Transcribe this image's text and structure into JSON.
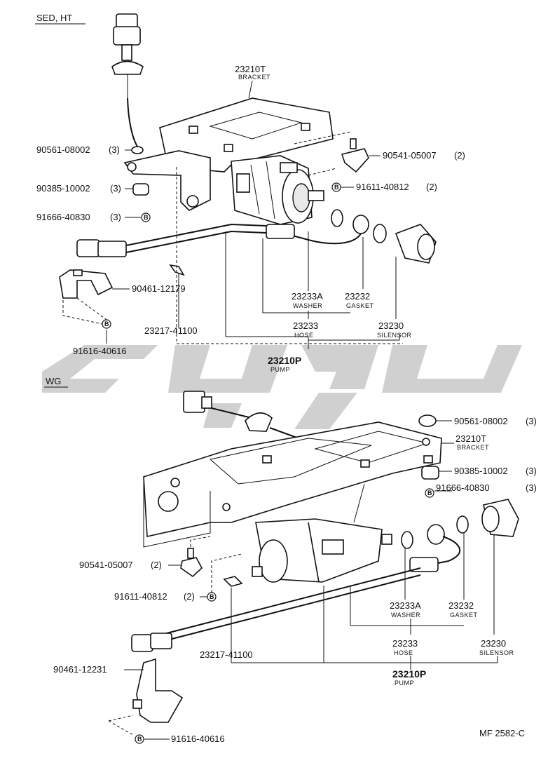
{
  "sections": [
    {
      "header": "SED, HT",
      "labels": [
        {
          "id": "bracket",
          "part": "23210T",
          "desc": "BRACKET"
        },
        {
          "id": "washer-seat",
          "part": "90561-08002",
          "qty": "(3)"
        },
        {
          "id": "cushion",
          "part": "90385-10002",
          "qty": "(3)"
        },
        {
          "id": "bolt-b",
          "part": "91666-40830",
          "qty": "(3)",
          "badge": "B"
        },
        {
          "id": "clip-pin",
          "part": "90541-05007",
          "qty": "(2)"
        },
        {
          "id": "bolt-b2",
          "part": "91611-40812",
          "qty": "(2)",
          "badge": "B"
        },
        {
          "id": "clamp",
          "part": "90461-12179"
        },
        {
          "id": "washer",
          "part": "23233A",
          "desc": "WASHER"
        },
        {
          "id": "gasket",
          "part": "23232",
          "desc": "GASKET"
        },
        {
          "id": "hose",
          "part": "23233",
          "desc": "HOSE"
        },
        {
          "id": "silensor",
          "part": "23230",
          "desc": "SILENSOR"
        },
        {
          "id": "screw",
          "part": "23217-41100"
        },
        {
          "id": "bolt-b3",
          "part": "91616-40616",
          "badge": "B"
        },
        {
          "id": "pump",
          "part": "23210P",
          "desc": "PUMP"
        }
      ]
    },
    {
      "header": "WG",
      "labels": [
        {
          "id": "washer-seat",
          "part": "90561-08002",
          "qty": "(3)"
        },
        {
          "id": "bracket",
          "part": "23210T",
          "desc": "BRACKET"
        },
        {
          "id": "cushion",
          "part": "90385-10002",
          "qty": "(3)"
        },
        {
          "id": "bolt-b",
          "part": "91666-40830",
          "qty": "(3)",
          "badge": "B"
        },
        {
          "id": "clip-pin",
          "part": "90541-05007",
          "qty": "(2)"
        },
        {
          "id": "bolt-b2",
          "part": "91611-40812",
          "qty": "(2)",
          "badge": "B"
        },
        {
          "id": "washer",
          "part": "23233A",
          "desc": "WASHER"
        },
        {
          "id": "gasket",
          "part": "23232",
          "desc": "GASKET"
        },
        {
          "id": "hose",
          "part": "23233",
          "desc": "HOSE"
        },
        {
          "id": "silensor",
          "part": "23230",
          "desc": "SILENSOR"
        },
        {
          "id": "screw",
          "part": "23217-41100"
        },
        {
          "id": "clamp",
          "part": "90461-12231"
        },
        {
          "id": "bolt-b3",
          "part": "91616-40616",
          "badge": "B"
        },
        {
          "id": "pump",
          "part": "23210P",
          "desc": "PUMP"
        }
      ]
    }
  ],
  "footer_code": "MF 2582-C",
  "colors": {
    "ink": "#111111",
    "watermark": "#c8c8c8",
    "background": "#ffffff"
  }
}
